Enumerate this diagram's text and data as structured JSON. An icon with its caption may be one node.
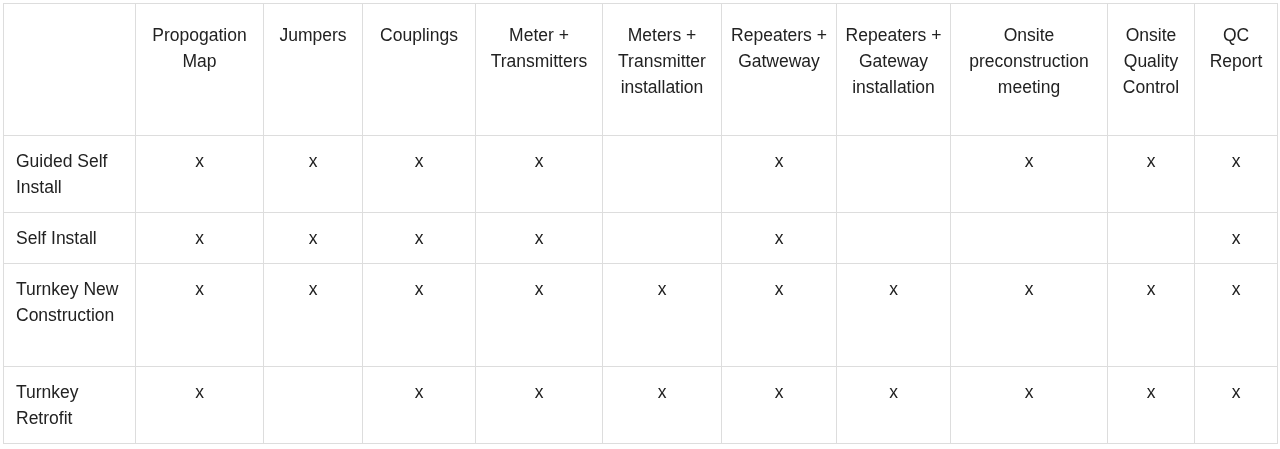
{
  "diagram": {
    "labels": [
      "Propogation Map",
      "Jumpers",
      "Couplings",
      "Meter + Transmitters",
      "Meters + Transmitter installation",
      "Repeaters + Gatweway",
      "Repeaters + Gateway installation",
      "Onsite preconstruction meeting",
      "Onsite Quality Control",
      "QC Report",
      "Guided Self Install",
      "x",
      "x",
      "x",
      "x",
      "x",
      "x",
      "x",
      "x",
      "Self Install",
      "x",
      "x",
      "x",
      "x",
      "x",
      "x",
      "Turnkey New Construction",
      "x",
      "x",
      "x",
      "x",
      "x",
      "x",
      "x",
      "x",
      "x",
      "x",
      "Turnkey Retrofit",
      "x",
      "x",
      "x",
      "x",
      "x",
      "x",
      "x",
      "x",
      "x"
    ]
  }
}
